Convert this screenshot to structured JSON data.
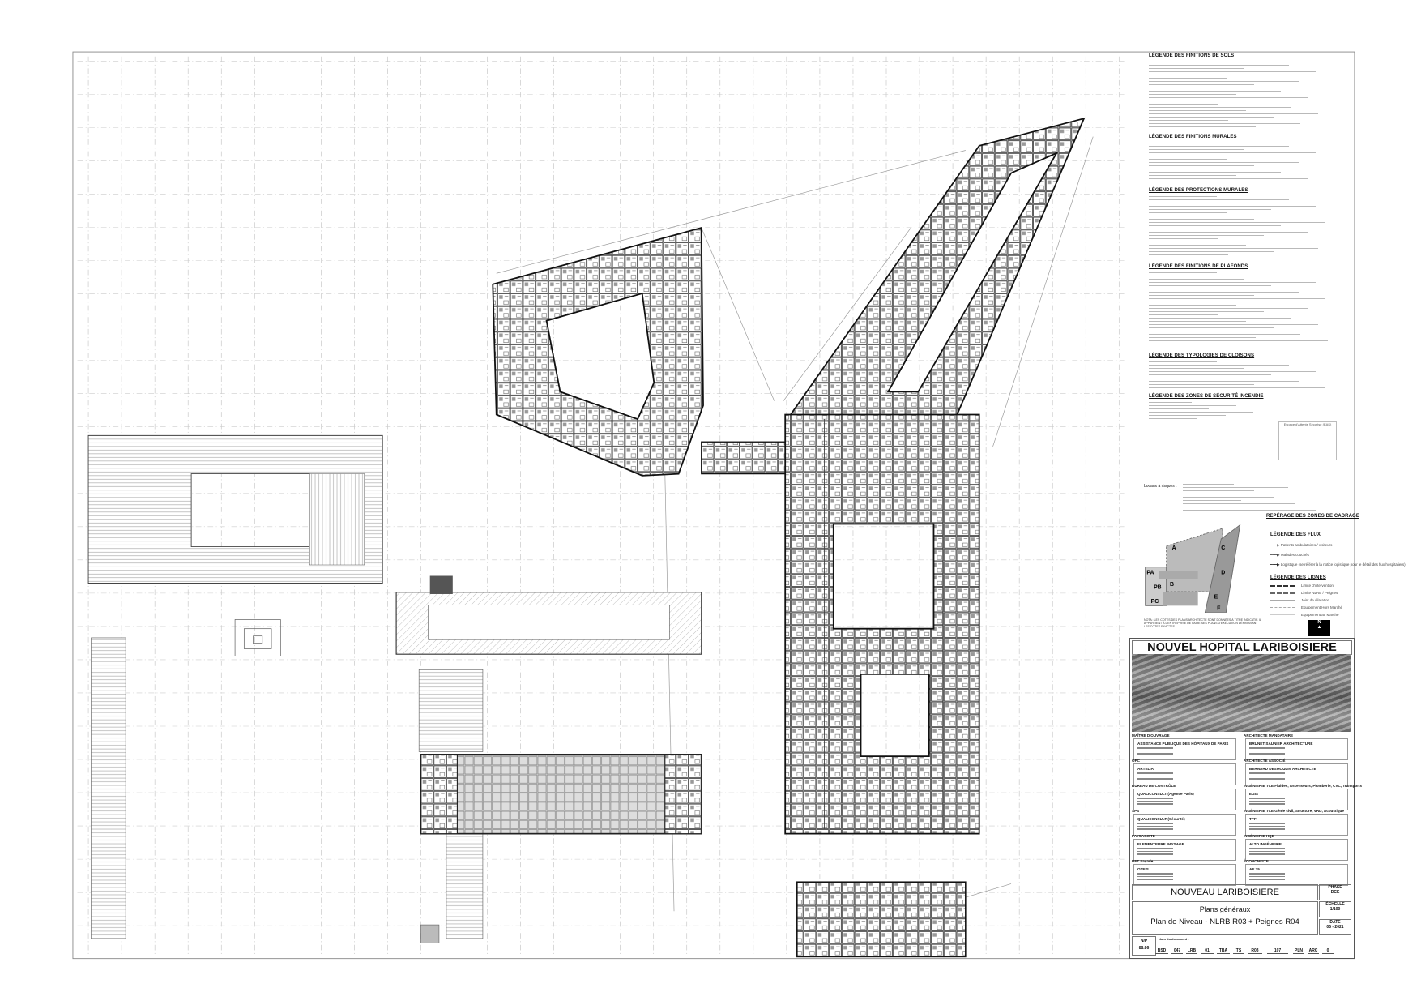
{
  "legends": {
    "sols": "LÉGENDE DES FINITIONS DE SOLS",
    "murales": "LÉGENDE DES FINITIONS MURALES",
    "protections": "LÉGENDE DES PROTECTIONS MURALES",
    "plafonds": "LÉGENDE DES FINITIONS DE PLAFONDS",
    "cloisons": "LÉGENDE DES TYPOLOGIES DE CLOISONS",
    "incendie": "LÉGENDE DES ZONES DE SÉCURITÉ INCENDIE",
    "locaux": "Locaux à risques :",
    "bas": "Espace d'Attente Sécurisé (EAS)",
    "cadrage": "REPÉRAGE DES ZONES DE CADRAGE",
    "flux": "LÉGENDE DES FLUX",
    "flux_items": [
      "Patients ambulatoires / visiteurs",
      "Malades couchés",
      "Logistique (se référer à la notice logistique pour le détail des flux hospitaliers)"
    ],
    "lignes": "LÉGENDE DES LIGNES",
    "lignes_items": [
      "Limite d'intervention",
      "Limite NLRB / Peignes",
      "Joint de dilatation",
      "Equipement Hors Marché",
      "Equipement au Marché"
    ],
    "zones": [
      "A",
      "B",
      "C",
      "D",
      "E",
      "F",
      "PA",
      "PB",
      "PC"
    ],
    "nota": "NOTA : LES COTES DES PLANS ARCHITECTE SONT DONNÉES À TITRE INDICATIF. IL APPARTIENT À L'ENTREPRISE DE FAIRE SES PLANS D'EXÉCUTION DÉFINISSANT LES COTES EXACTES",
    "north": "N"
  },
  "title_block": {
    "project": "NOUVEL HOPITAL LARIBOISIERE",
    "companies": [
      {
        "role": "MAÎTRE D'OUVRAGE",
        "name": "ASSISTANCE PUBLIQUE DES HÔPITAUX DE PARIS"
      },
      {
        "role": "ARCHITECTE MANDATAIRE",
        "name": "BRUNET SAUNIER ARCHITECTURE"
      },
      {
        "role": "OPC",
        "name": "ARTELIA"
      },
      {
        "role": "ARCHITECTE ASSOCIÉ",
        "name": "BERNARD DESMOULIN ARCHITECTE"
      },
      {
        "role": "BUREAU DE CONTRÔLE",
        "name": "QUALICONSULT (Agence Paris)"
      },
      {
        "role": "INGÉNIERIE TCE Fluides, Ascenseurs, Plomberie, CVC, Transports",
        "name": "EGIS"
      },
      {
        "role": "SPS",
        "name": "QUALICONSULT (Sécurité)"
      },
      {
        "role": "INGÉNIERIE TCE Génie civil, Structure, VRD, Acoustique",
        "name": "TPFI"
      },
      {
        "role": "PAYSAGISTE",
        "name": "ELEMENTERRE PAYSAGE"
      },
      {
        "role": "INGÉNIERIE HQE",
        "name": "ALTO INGÉNIERIE"
      },
      {
        "role": "BET Façade",
        "name": "OTEIS"
      },
      {
        "role": "ÉCONOMISTE",
        "name": "AE 75"
      }
    ],
    "subtitle": "NOUVEAU LARIBOISIERE",
    "phase_label": "PHASE",
    "phase": "DCE",
    "category": "Plans généraux",
    "sheet_title": "Plan de Niveau - NLRB R03 + Peignes R04",
    "scale_label": "ÉCHELLE",
    "scale": "1/100",
    "date_label": "DATE",
    "date": "05 - 2021",
    "np_label": "N/P",
    "np": "88.86",
    "doc_label": "Nom du document :",
    "doc_codes": [
      "BSD",
      "047",
      "LRB",
      "01",
      "TBA",
      "TS",
      "R03",
      "107",
      "PLN",
      "ARC",
      "0"
    ]
  }
}
